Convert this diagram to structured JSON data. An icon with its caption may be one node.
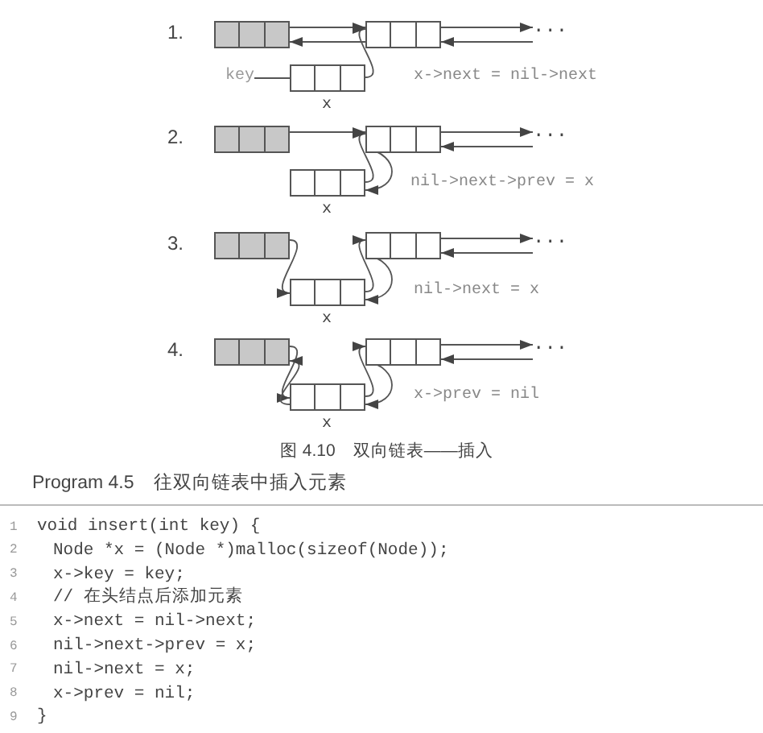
{
  "diagram": {
    "caption": "图 4.10　双向链表——插入",
    "nodes": [
      {
        "text": [],
        "shape": "box"
      },
      {
        "text": [],
        "shape": "box"
      },
      {
        "text": [
          "key"
        ]
      },
      {
        "text": [],
        "shape": "box",
        "beside": [
          "x"
        ]
      },
      {
        "text": [],
        "shape": "box"
      },
      {
        "text": [],
        "shape": "box"
      },
      {
        "text": [],
        "shape": "box",
        "beside": [
          "x"
        ]
      },
      {
        "text": [],
        "shape": "box"
      },
      {
        "text": [],
        "shape": "box"
      },
      {
        "text": [],
        "shape": "box",
        "beside": [
          "x"
        ]
      },
      {
        "text": [],
        "shape": "box"
      },
      {
        "text": [],
        "shape": "box"
      },
      {
        "text": [],
        "shape": "box",
        "beside": [
          "x"
        ]
      },
      {
        "text": [
          "···"
        ]
      },
      {
        "text": [
          "···"
        ]
      },
      {
        "text": [
          "···"
        ]
      },
      {
        "text": [
          "···"
        ]
      }
    ],
    "edges": [
      {
        "from": 0,
        "to": 1,
        "arrow": "to"
      },
      {
        "from": 1,
        "to": 0,
        "arrow": "to"
      },
      {
        "from": 1,
        "to": 13,
        "arrow": "to"
      },
      {
        "from": 13,
        "to": 1,
        "arrow": "to"
      },
      {
        "from": 3,
        "to": 1,
        "arrow": "to"
      },
      {
        "from": 2,
        "to": 3,
        "arrow": "none"
      },
      {
        "from": 4,
        "to": 5,
        "arrow": "to"
      },
      {
        "from": 6,
        "to": 5,
        "arrow": "to"
      },
      {
        "from": 5,
        "to": 6,
        "arrow": "to"
      },
      {
        "from": 5,
        "to": 14,
        "arrow": "to"
      },
      {
        "from": 14,
        "to": 5,
        "arrow": "to"
      },
      {
        "from": 7,
        "to": 9,
        "arrow": "to"
      },
      {
        "from": 9,
        "to": 8,
        "arrow": "to"
      },
      {
        "from": 8,
        "to": 9,
        "arrow": "to"
      },
      {
        "from": 8,
        "to": 15,
        "arrow": "to"
      },
      {
        "from": 15,
        "to": 8,
        "arrow": "to"
      },
      {
        "from": 10,
        "to": 12,
        "arrow": "to"
      },
      {
        "from": 12,
        "to": 10,
        "arrow": "to"
      },
      {
        "from": 12,
        "to": 11,
        "arrow": "to"
      },
      {
        "from": 11,
        "to": 12,
        "arrow": "to"
      },
      {
        "from": 11,
        "to": 16,
        "arrow": "to"
      },
      {
        "from": 16,
        "to": 11,
        "arrow": "to"
      }
    ],
    "labels": [
      "1.",
      "x->next = nil->next",
      "2.",
      "nil->next->prev = x",
      "3.",
      "nil->next = x",
      "4.",
      "x->prev = nil",
      "Program 4.5　往双向链表中插入元素",
      "1",
      "void insert(int key) {",
      "2",
      "Node *x = (Node *)malloc(sizeof(Node));",
      "3",
      "x->key = key;",
      "4",
      "// 在头结点后添加元素",
      "5",
      "x->next = nil->next;",
      "6",
      "nil->next->prev = x;",
      "7",
      "nil->next = x;",
      "8",
      "x->prev = nil;",
      "9",
      "}"
    ]
  }
}
